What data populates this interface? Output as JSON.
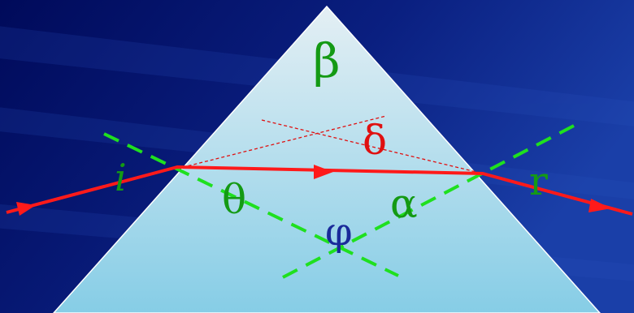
{
  "colors": {
    "background_dark": "#000a5a",
    "background_light": "#1a3fa8",
    "prism_top": "#e4eff4",
    "prism_bottom": "#86cde6",
    "ray": "#ff1a1a",
    "normal_lines": "#1fe01f",
    "angle_green": "#149a14",
    "angle_red": "#e01010",
    "angle_blue": "#1a2a9a"
  },
  "labels": {
    "beta": "β",
    "delta": "δ",
    "incidence": "i",
    "theta": "θ",
    "alpha": "α",
    "phi": "φ",
    "emergence": "r"
  }
}
